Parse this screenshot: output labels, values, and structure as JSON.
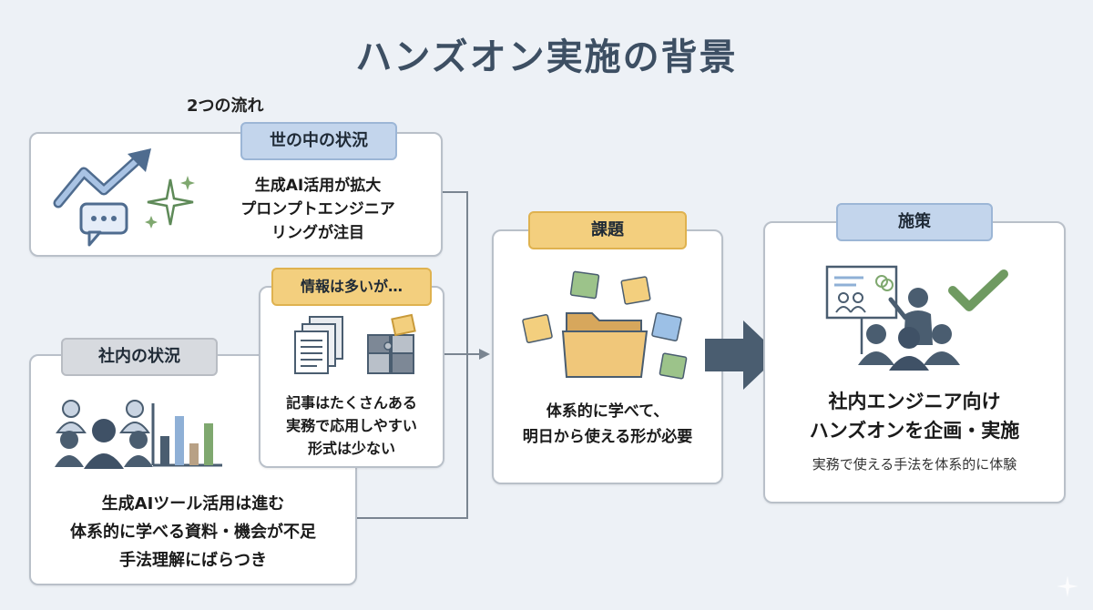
{
  "title": "ハンズオン実施の背景",
  "flow_label": "2つの流れ",
  "world": {
    "tag": "世の中の状況",
    "lines": [
      "生成AI活用が拡大",
      "プロンプトエンジニア",
      "リングが注目"
    ]
  },
  "internal": {
    "tag": "社内の状況",
    "lines": [
      "生成AIツール活用は進む",
      "体系的に学べる資料・機会が不足",
      "手法理解にばらつき"
    ]
  },
  "info": {
    "tag": "情報は多いが…",
    "lines": [
      "記事はたくさんある",
      "実務で応用しやすい",
      "形式は少ない"
    ]
  },
  "issue": {
    "tag": "課題",
    "lines": [
      "体系的に学べて、",
      "明日から使える形が必要"
    ]
  },
  "measure": {
    "tag": "施策",
    "lines": [
      "社内エンジニア向け",
      "ハンズオンを企画・実施"
    ],
    "sub": "実務で使える手法を体系的に体験"
  },
  "colors": {
    "background": "#edf1f6",
    "title": "#3d4f63",
    "tag_blue": "#c3d5ec",
    "tag_orange": "#f3cf7e",
    "tag_grey": "#d7dadf",
    "arrow": "#4a5d70",
    "icon_blue": "#6b8fbf",
    "icon_green": "#7fa86f"
  },
  "icons": [
    "trend-arrow-icon",
    "chat-bubble-icon",
    "sparkle-icon",
    "people-icon",
    "bar-chart-icon",
    "documents-icon",
    "puzzle-icon",
    "folder-icon",
    "sticky-note-icon",
    "presentation-icon",
    "checkmark-icon"
  ]
}
